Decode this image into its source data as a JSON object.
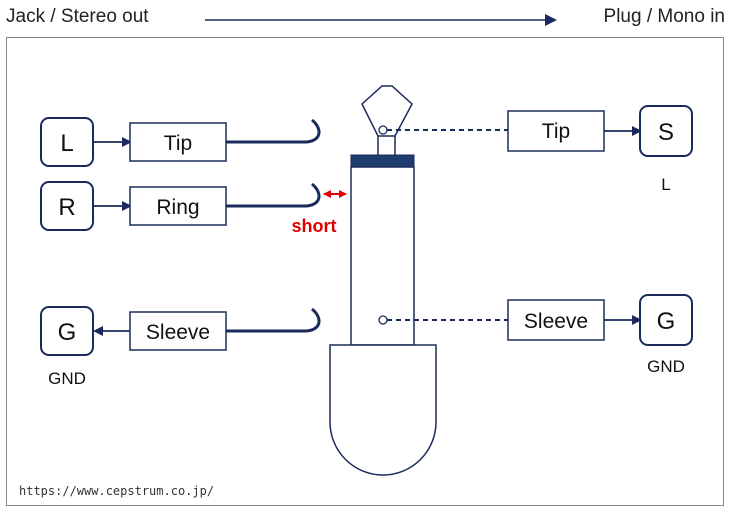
{
  "header": {
    "left": "Jack / Stereo out",
    "right": "Plug / Mono in"
  },
  "jack": {
    "nodes": [
      {
        "symbol": "L",
        "terminal": "Tip"
      },
      {
        "symbol": "R",
        "terminal": "Ring"
      },
      {
        "symbol": "G",
        "terminal": "Sleeve",
        "sublabel": "GND"
      }
    ],
    "short_label": "short"
  },
  "plug": {
    "nodes": [
      {
        "symbol": "S",
        "terminal": "Tip",
        "sublabel": "L"
      },
      {
        "symbol": "G",
        "terminal": "Sleeve",
        "sublabel": "GND"
      }
    ]
  },
  "footer": {
    "url": "https://www.cepstrum.co.jp/"
  },
  "colors": {
    "navy": "#1b2a5c",
    "short": "#e00000",
    "band": "#1e3c6e"
  }
}
